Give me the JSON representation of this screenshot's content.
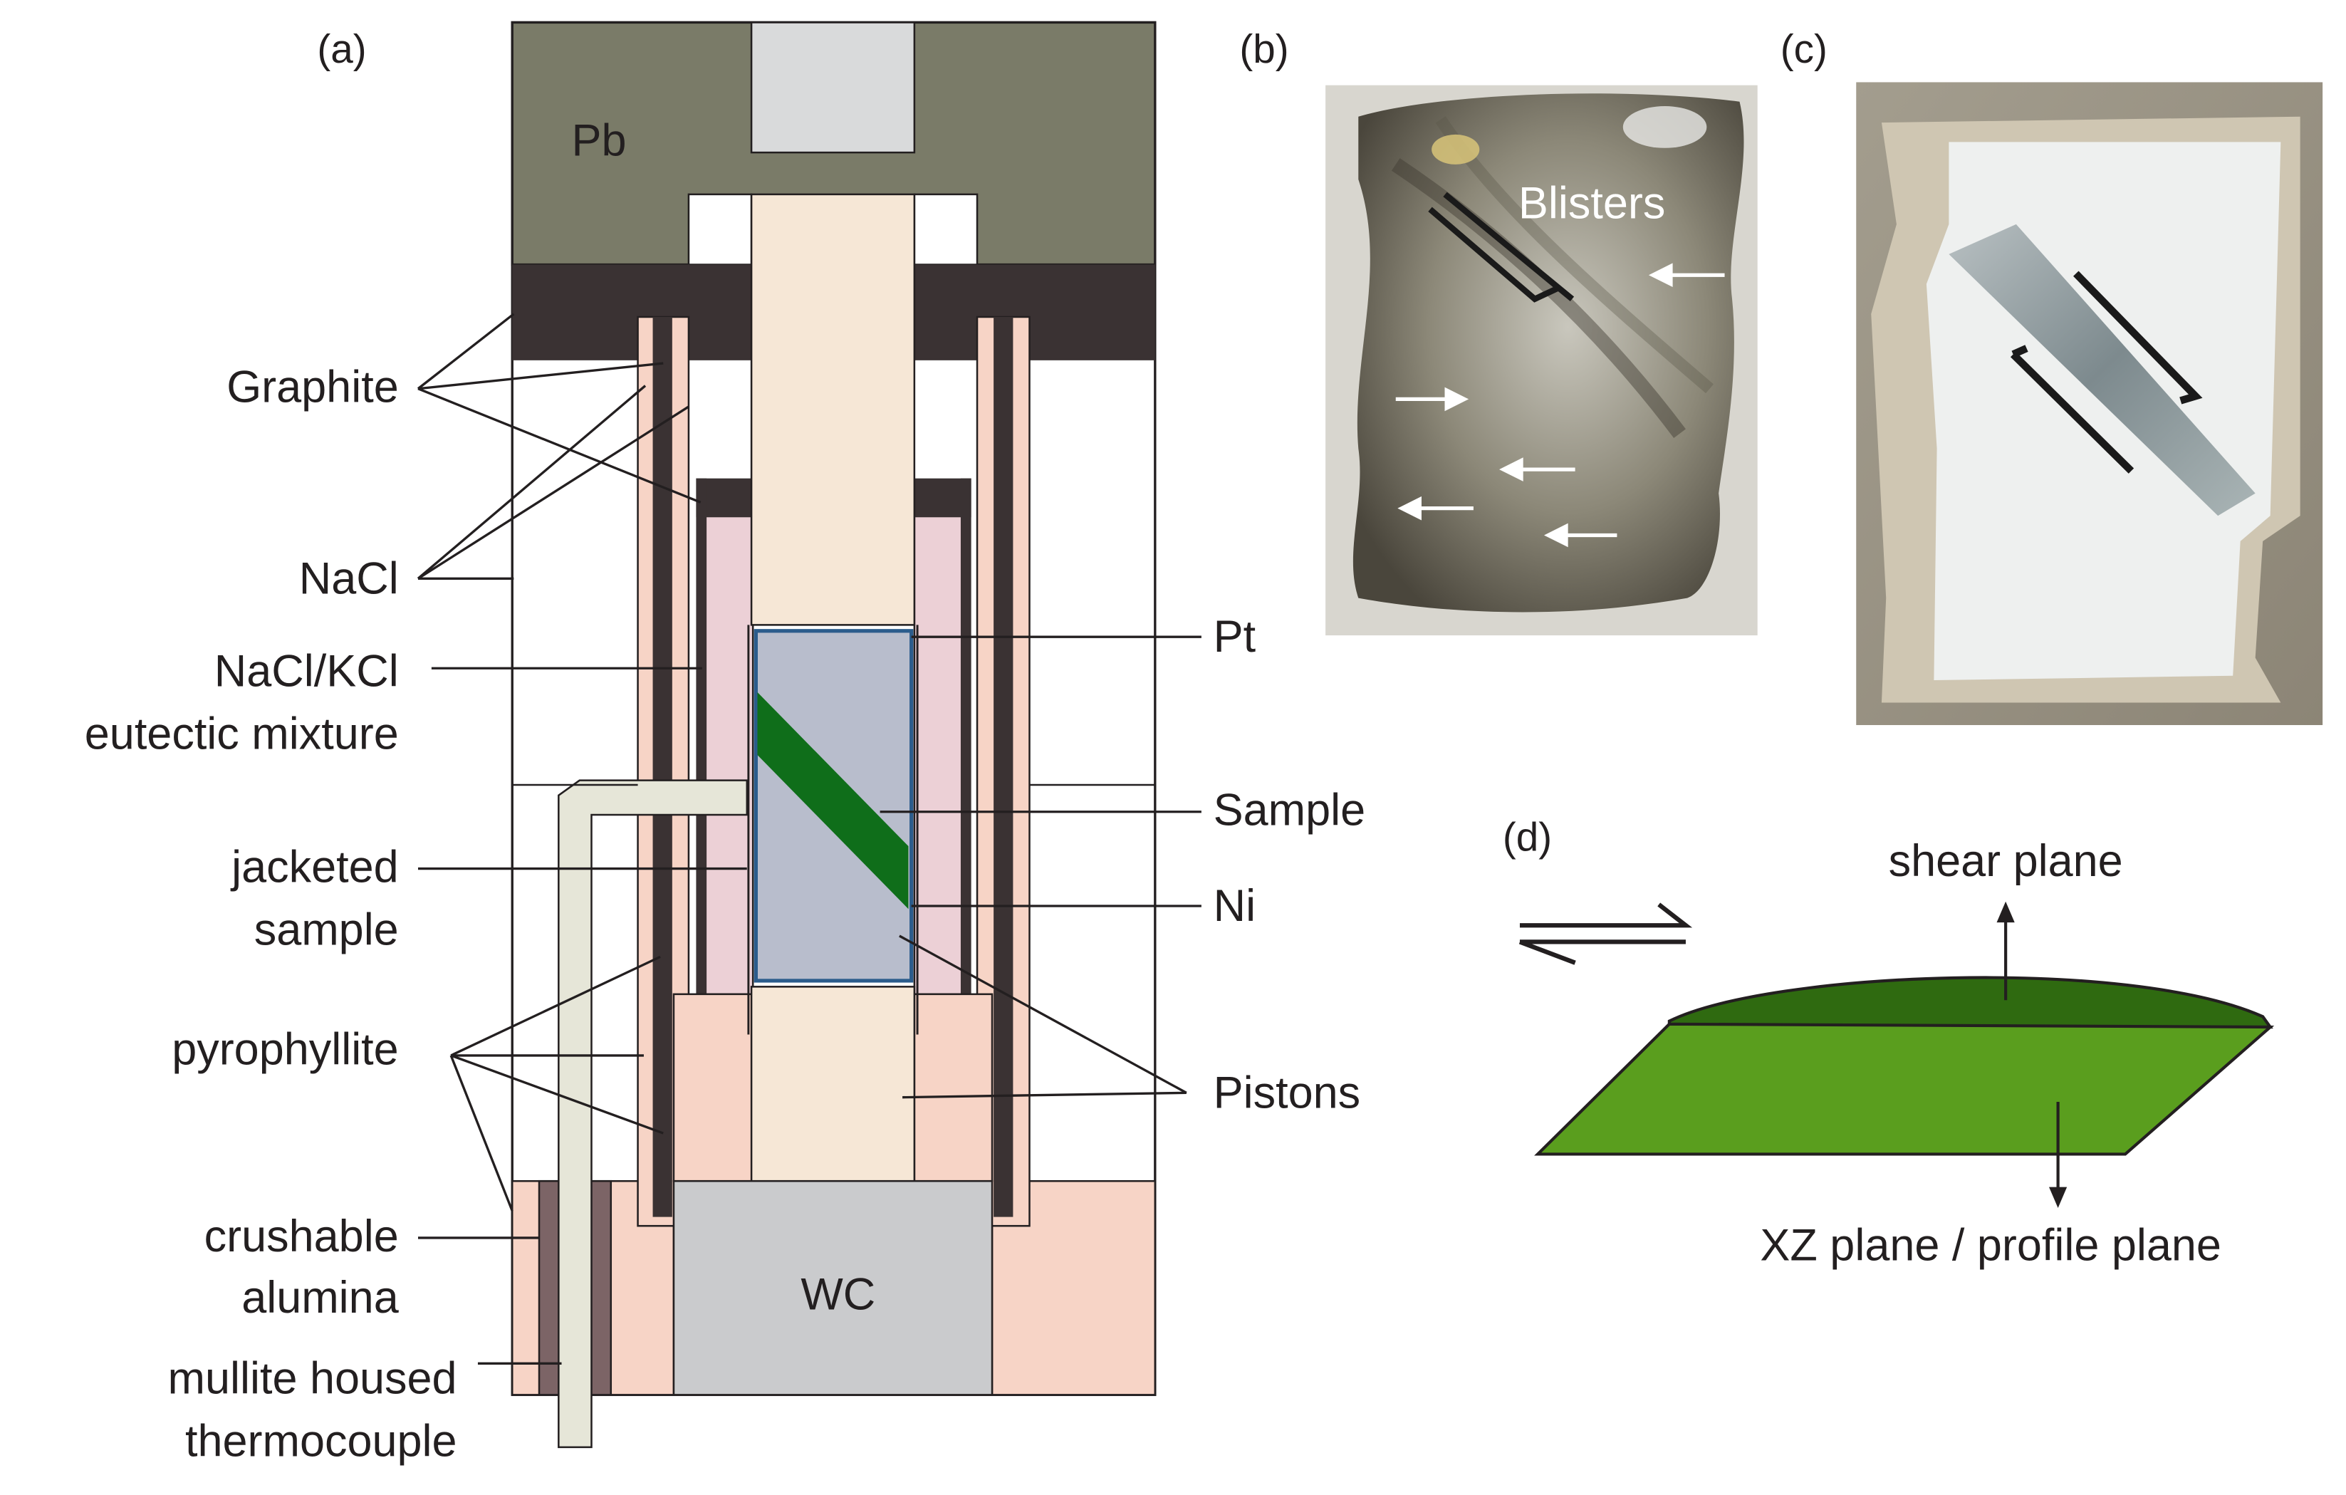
{
  "panels": {
    "a": "(a)",
    "b": "(b)",
    "c": "(c)",
    "d": "(d)"
  },
  "assembly": {
    "parts": {
      "pb": "Pb",
      "wc": "WC"
    },
    "left_labels": {
      "graphite": "Graphite",
      "nacl": "NaCl",
      "nacl_kcl_1": "NaCl/KCl",
      "nacl_kcl_2": "eutectic mixture",
      "jacketed_1": "jacketed",
      "jacketed_2": "sample",
      "pyrophyllite": "pyrophyllite",
      "crushable_1": "crushable",
      "crushable_2": "alumina",
      "mullite_1": "mullite housed",
      "mullite_2": "thermocouple"
    },
    "right_labels": {
      "pt": "Pt",
      "sample": "Sample",
      "ni": "Ni",
      "pistons": "Pistons"
    }
  },
  "photo_b": {
    "label": "Blisters"
  },
  "panel_d": {
    "shear_plane": "shear plane",
    "xz_plane": "XZ plane / profile plane"
  },
  "colors": {
    "lead": "#7a7b68",
    "graphite": "#3a3233",
    "nacl": "#f7d4c6",
    "eutectic": "#ecd0d6",
    "piston": "#f6e7d6",
    "sample": "#b8bdcc",
    "sample_border": "#2b5c8c",
    "shear_zone": "#0f6e1a",
    "wc": "#cacbcd",
    "thermocouple": "#e6e6d8",
    "mullite": "#7c6466",
    "plane_top": "#2f6a10",
    "plane_front": "#5a9e1e"
  }
}
